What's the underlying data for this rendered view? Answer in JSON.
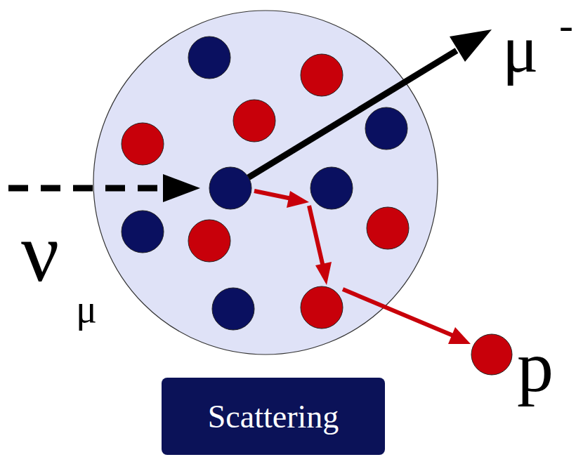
{
  "diagram": {
    "nodes": [
      {
        "text": [
          "Scattering"
        ]
      }
    ],
    "labels": [
      "ν",
      "μ",
      "μ",
      "-",
      "p"
    ]
  }
}
